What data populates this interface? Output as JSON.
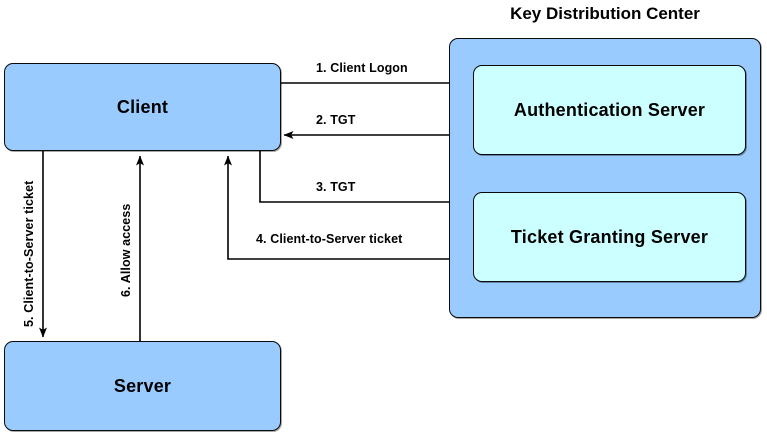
{
  "diagram": {
    "title_hidden": "",
    "kdc": {
      "title": "Key Distribution Center",
      "nodes": [
        {
          "id": "auth-server",
          "label": "Authentication Server"
        },
        {
          "id": "tgs",
          "label": "Ticket Granting Server"
        }
      ]
    },
    "nodes": [
      {
        "id": "client",
        "label": "Client"
      },
      {
        "id": "server",
        "label": "Server"
      }
    ],
    "edges": [
      {
        "id": "edge-1",
        "label": "1. Client Logon",
        "from": "client",
        "to": "auth-server",
        "orientation": "horizontal"
      },
      {
        "id": "edge-2",
        "label": "2. TGT",
        "from": "auth-server",
        "to": "client",
        "orientation": "horizontal"
      },
      {
        "id": "edge-3",
        "label": "3. TGT",
        "from": "client",
        "to": "tgs",
        "orientation": "horizontal"
      },
      {
        "id": "edge-4",
        "label": "4. Client-to-Server ticket",
        "from": "tgs",
        "to": "client",
        "orientation": "horizontal"
      },
      {
        "id": "edge-5",
        "label": "5. Client-to-Server ticket",
        "from": "client",
        "to": "server",
        "orientation": "vertical"
      },
      {
        "id": "edge-6",
        "label": "6. Allow access",
        "from": "server",
        "to": "client",
        "orientation": "vertical"
      }
    ]
  },
  "colors": {
    "node_fill": "#9ACBFF",
    "inner_fill": "#CCFFFF",
    "stroke": "#0A0A0A",
    "background": "#FFFFFF",
    "text": "#000000"
  }
}
